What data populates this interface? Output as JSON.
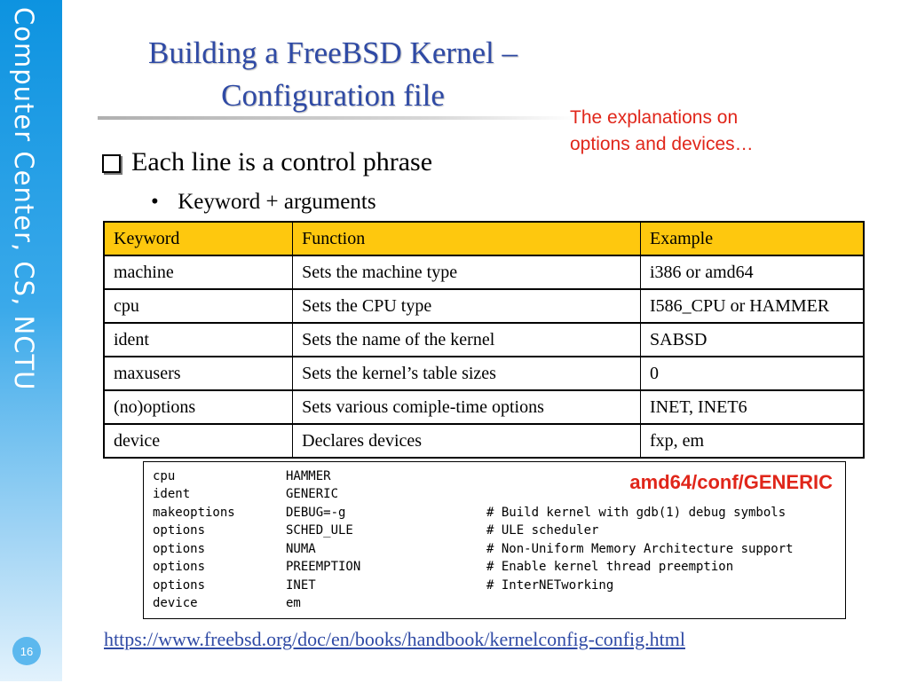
{
  "sidebar": {
    "label": "Computer Center, CS, NCTU",
    "page_number": "16"
  },
  "title": {
    "line1": "Building a FreeBSD Kernel –",
    "line2": "Configuration file"
  },
  "note": {
    "line1": "The explanations on",
    "line2": "options and devices…"
  },
  "bullets": {
    "main": "Each line is a control phrase",
    "sub": "Keyword + arguments"
  },
  "table": {
    "headers": [
      "Keyword",
      "Function",
      "Example"
    ],
    "rows": [
      [
        "machine",
        "Sets the machine type",
        "i386 or amd64"
      ],
      [
        "cpu",
        "Sets the CPU type",
        "I586_CPU or HAMMER"
      ],
      [
        "ident",
        "Sets the name of the kernel",
        "SABSD"
      ],
      [
        "maxusers",
        "Sets the kernel’s table sizes",
        "0"
      ],
      [
        "(no)options",
        "Sets various comiple-time options",
        "INET, INET6"
      ],
      [
        "device",
        "Declares devices",
        "fxp, em"
      ]
    ]
  },
  "config_file": {
    "label": "amd64/conf/GENERIC",
    "lines": [
      {
        "keyword": "cpu",
        "value": "HAMMER",
        "comment": ""
      },
      {
        "keyword": "ident",
        "value": "GENERIC",
        "comment": ""
      },
      {
        "keyword": "makeoptions",
        "value": "DEBUG=-g",
        "comment": "# Build kernel with gdb(1) debug symbols"
      },
      {
        "keyword": "options",
        "value": "SCHED_ULE",
        "comment": "# ULE scheduler"
      },
      {
        "keyword": "options",
        "value": "NUMA",
        "comment": "# Non-Uniform Memory Architecture support"
      },
      {
        "keyword": "options",
        "value": "PREEMPTION",
        "comment": "# Enable kernel thread preemption"
      },
      {
        "keyword": "options",
        "value": "INET",
        "comment": "# InterNETworking"
      },
      {
        "keyword": "device",
        "value": "em",
        "comment": ""
      }
    ]
  },
  "link": {
    "text": "https://www.freebsd.org/doc/en/books/handbook/kernelconfig-config.html"
  },
  "colors": {
    "title": "#2f4aa5",
    "accent_red": "#e0261a",
    "table_header": "#fec80e",
    "sidebar": "#0d93e0"
  }
}
